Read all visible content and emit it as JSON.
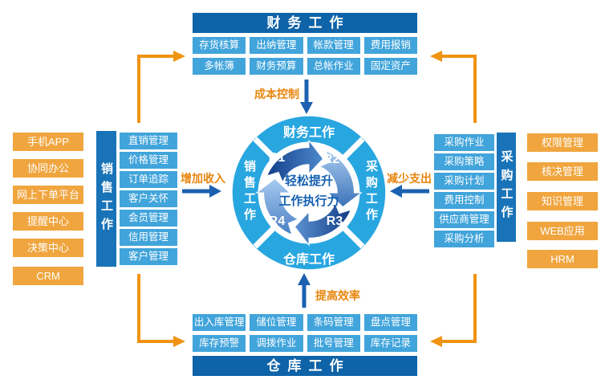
{
  "finance": {
    "title": "财务工作",
    "row1": [
      "存货核算",
      "出纳管理",
      "帐款管理",
      "费用报销"
    ],
    "row2": [
      "多帐簿",
      "财务预算",
      "总帐作业",
      "固定资产"
    ]
  },
  "warehouse": {
    "title": "仓库工作",
    "row1": [
      "出入库管理",
      "储位管理",
      "条码管理",
      "盘点管理"
    ],
    "row2": [
      "库存预警",
      "调拨作业",
      "批号管理",
      "库存记录"
    ]
  },
  "sales": {
    "title": "销售工作",
    "items": [
      "直销管理",
      "价格管理",
      "订单追踪",
      "客户关怀",
      "会员管理",
      "信用管理",
      "客户管理"
    ]
  },
  "procurement": {
    "title": "采购工作",
    "items": [
      "采购作业",
      "采购策略",
      "采购计划",
      "费用控制",
      "供应商管理",
      "采购分析"
    ]
  },
  "left_modules": {
    "items": [
      "手机APP",
      "协同办公",
      "网上下单平台",
      "提醒中心",
      "决策中心",
      "CRM"
    ]
  },
  "right_modules": {
    "items": [
      "权限管理",
      "核决管理",
      "知识管理",
      "WEB应用",
      "HRM"
    ]
  },
  "hub": {
    "top": "财务工作",
    "left": "销售工作",
    "right": "采购工作",
    "bottom": "仓库工作",
    "center_line1": "轻松提升",
    "center_line2": "工作执行力",
    "r1": "R1",
    "r2": "R2",
    "r3": "R3",
    "r4": "R4"
  },
  "flows": {
    "cost": "成本控制",
    "revenue": "增加收入",
    "expense": "减少支出",
    "efficiency": "提高效率"
  },
  "colors": {
    "header_blue": "#0f63a8",
    "bar_blue": "#1973b8",
    "chip_blue": "#41a4db",
    "chip_orange": "#f0a53e",
    "disc_blue": "#28a6e0",
    "arrow_blue": "#1c60b0",
    "arrow_orange": "#f09312",
    "label_orange": "#e8860e",
    "center_text_blue": "#1560b3"
  }
}
